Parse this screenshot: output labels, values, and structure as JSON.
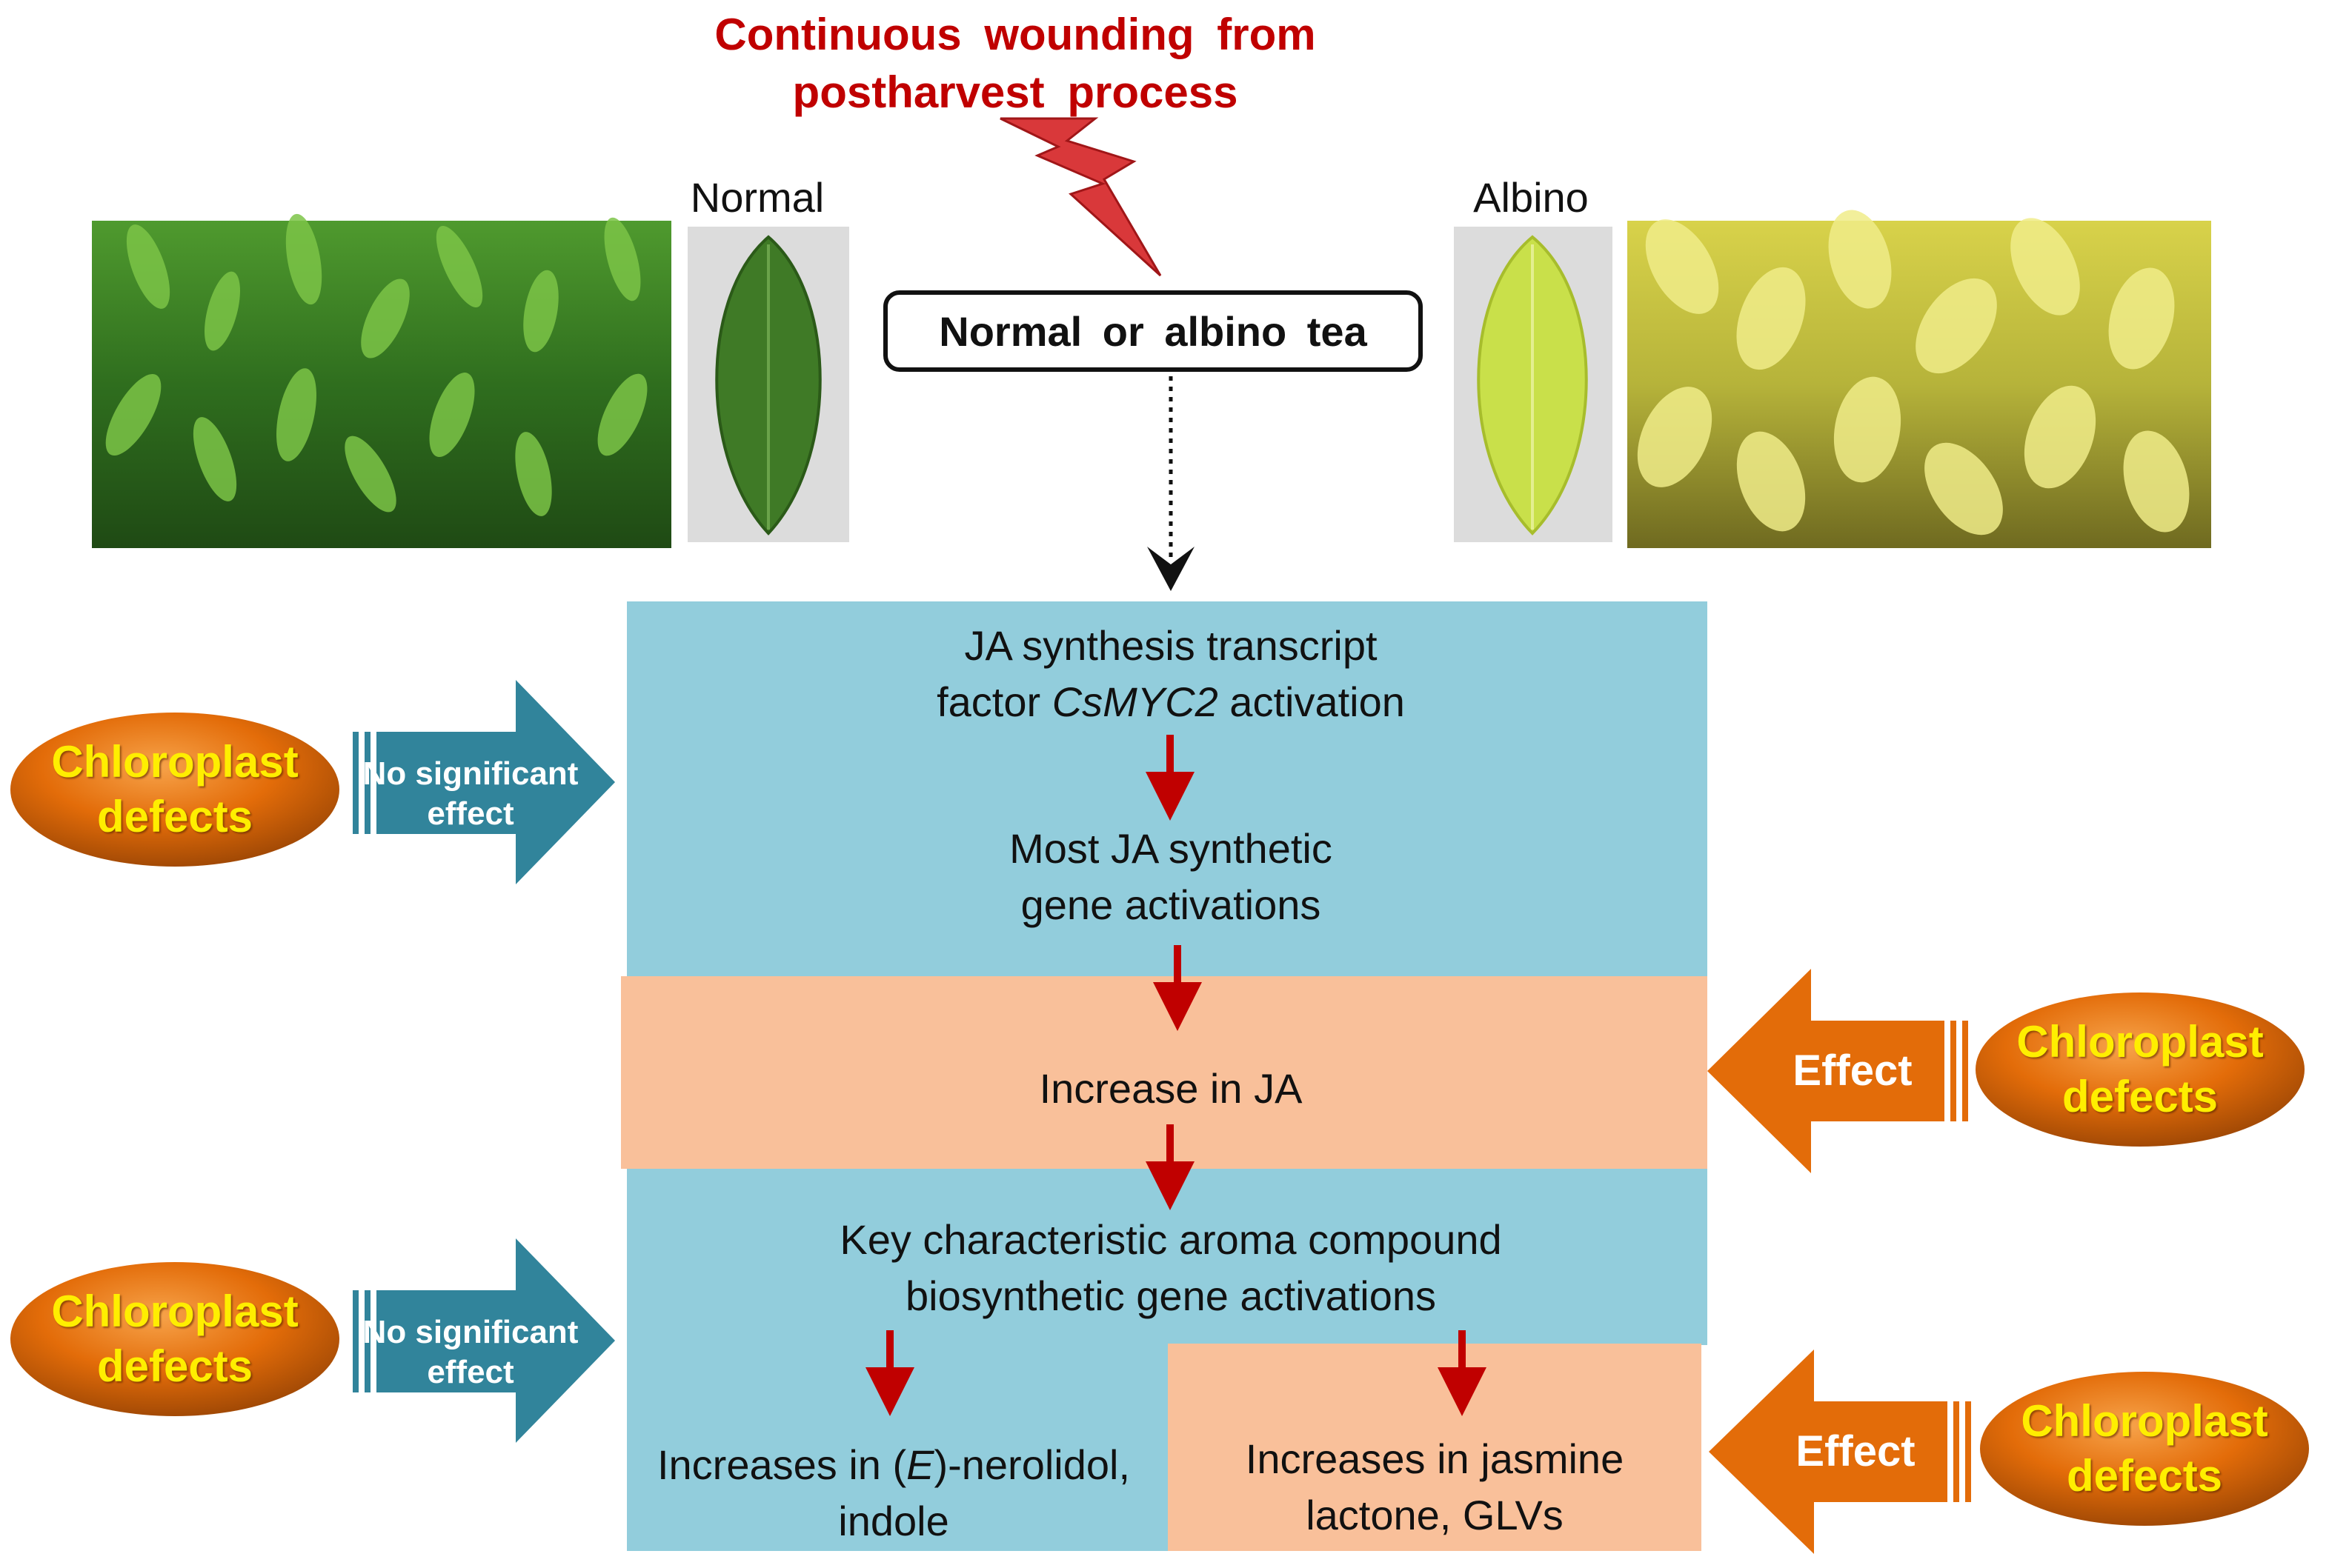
{
  "title": {
    "line1": "Continuous wounding from",
    "line2": "postharvest process"
  },
  "labels": {
    "normal": "Normal",
    "albino": "Albino"
  },
  "center_box": "Normal or albino tea",
  "panels": {
    "p1_line1": "JA synthesis transcript",
    "p1_line2_prefix": "factor ",
    "p1_line2_gene": "CsMYC2",
    "p1_line2_suffix": " activation",
    "p2_line1": "Most JA synthetic",
    "p2_line2": "gene activations",
    "p3": "Increase in JA",
    "p4_line1": "Key characteristic aroma compound",
    "p4_line2": "biosynthetic gene activations",
    "p5_line1_prefix": "Increases in (",
    "p5_line1_italic": "E",
    "p5_line1_suffix": ")-nerolidol,",
    "p5_line2": "indole",
    "p6_line1": "Increases in jasmine",
    "p6_line2": "lactone, GLVs"
  },
  "side": {
    "ellipse_line1": "Chloroplast",
    "ellipse_line2": "defects",
    "no_effect_line1": "No significant",
    "no_effect_line2": "effect",
    "effect": "Effect"
  },
  "colors": {
    "title_red": "#c00000",
    "blue_panel": "#92cddc",
    "peach_panel": "#f9c09a",
    "teal_arrow": "#31849b",
    "orange_arrow": "#e36c09",
    "ellipse": "#e36c09",
    "ellipse_text": "#ffee00",
    "red_arrow": "#c00000"
  }
}
